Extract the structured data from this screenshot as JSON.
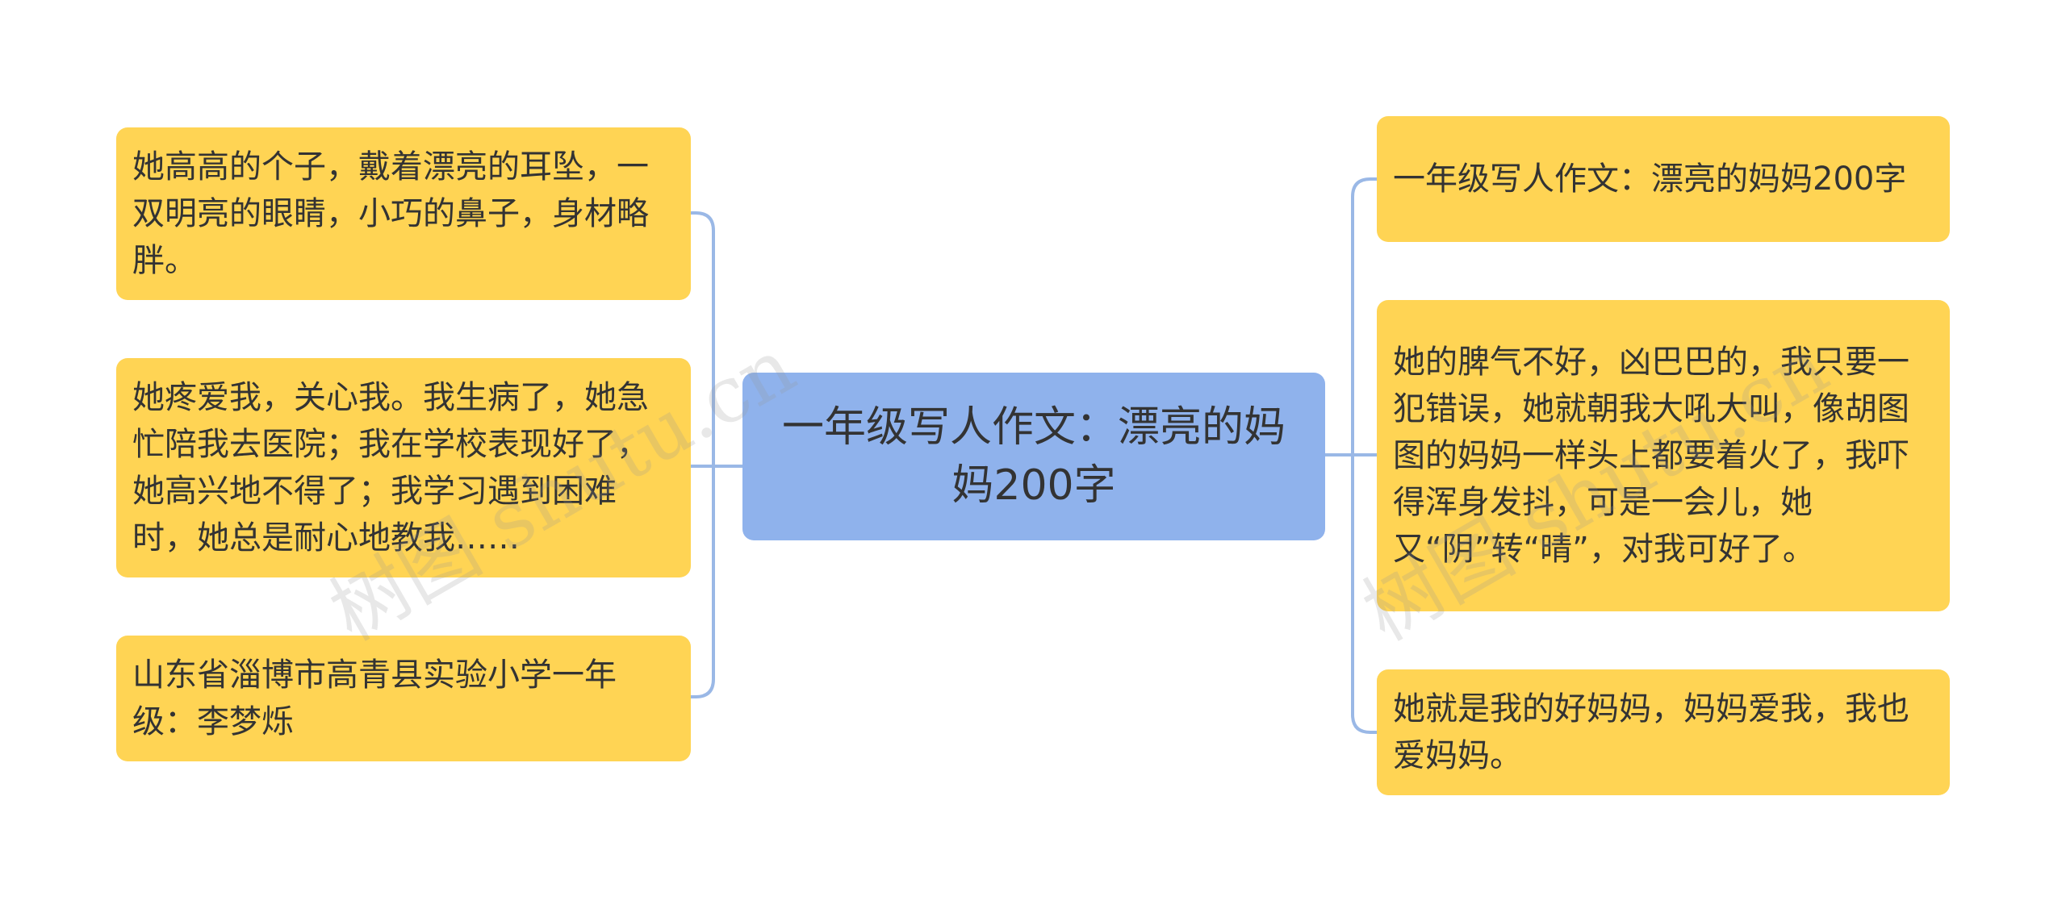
{
  "mindmap": {
    "center": {
      "text": "一年级写人作文：漂亮的妈妈200字"
    },
    "left": [
      {
        "text": "她高高的个子，戴着漂亮的耳坠，一双明亮的眼睛，小巧的鼻子，身材略胖。"
      },
      {
        "text": "她疼爱我，关心我。我生病了，她急忙陪我去医院；我在学校表现好了，她高兴地不得了；我学习遇到困难时，她总是耐心地教我……"
      },
      {
        "text": "山东省淄博市高青县实验小学一年级：李梦烁"
      }
    ],
    "right": [
      {
        "text": "一年级写人作文：漂亮的妈妈200字"
      },
      {
        "text": "她的脾气不好，凶巴巴的，我只要一犯错误，她就朝我大吼大叫，像胡图图的妈妈一样头上都要着火了，我吓得浑身发抖，可是一会儿，她又“阴”转“晴”，对我可好了。"
      },
      {
        "text": "她就是我的好妈妈，妈妈爱我，我也爱妈妈。"
      }
    ],
    "watermark": "树图 shutu.cn",
    "colors": {
      "center_fill": "#8fb2ec",
      "leaf_fill": "#ffd454",
      "connector": "#9ab8e6",
      "text": "#333333"
    }
  }
}
